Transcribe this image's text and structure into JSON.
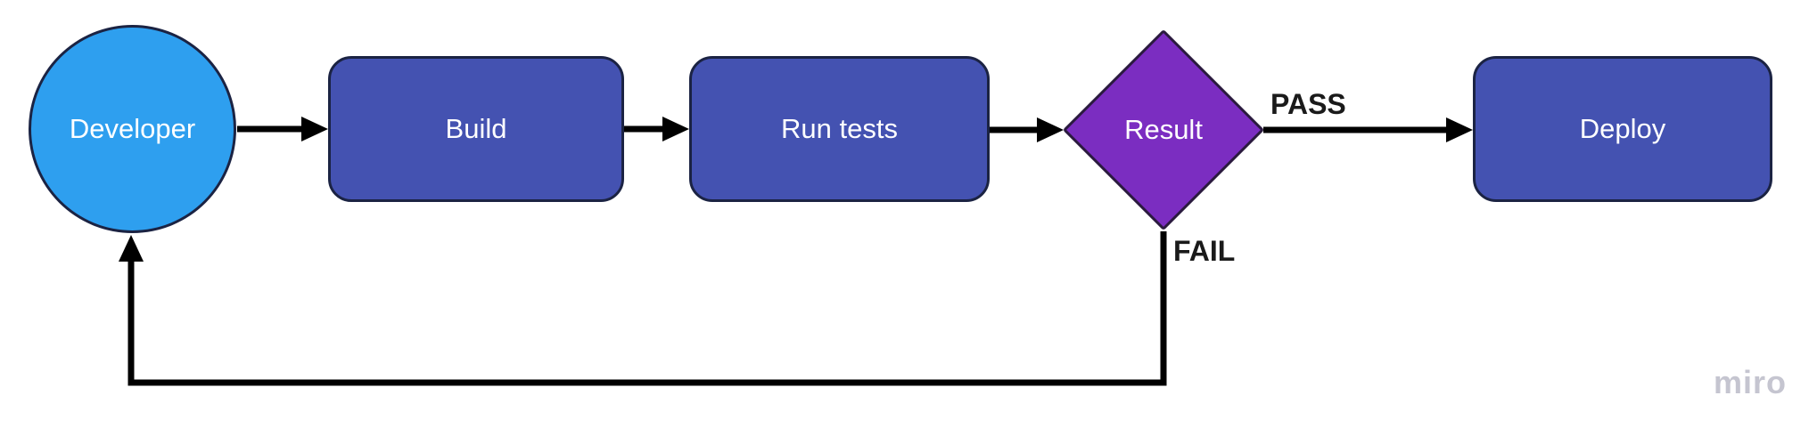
{
  "diagram": {
    "type": "flowchart",
    "nodes": [
      {
        "id": "developer",
        "label": "Developer",
        "shape": "circle",
        "fill": "#2E9FEF",
        "border": "#1B2343"
      },
      {
        "id": "build",
        "label": "Build",
        "shape": "rounded-rectangle",
        "fill": "#4452B1",
        "border": "#1B2343"
      },
      {
        "id": "run-tests",
        "label": "Run tests",
        "shape": "rounded-rectangle",
        "fill": "#4452B1",
        "border": "#1B2343"
      },
      {
        "id": "result",
        "label": "Result",
        "shape": "diamond",
        "fill": "#7B2DC1",
        "border": "#2A1A3E"
      },
      {
        "id": "deploy",
        "label": "Deploy",
        "shape": "rounded-rectangle",
        "fill": "#4452B1",
        "border": "#1B2343"
      }
    ],
    "edges": [
      {
        "from": "developer",
        "to": "build",
        "label": ""
      },
      {
        "from": "build",
        "to": "run-tests",
        "label": ""
      },
      {
        "from": "run-tests",
        "to": "result",
        "label": ""
      },
      {
        "from": "result",
        "to": "deploy",
        "label": "PASS"
      },
      {
        "from": "result",
        "to": "developer",
        "label": "FAIL"
      }
    ],
    "edge_color": "#000000",
    "edge_label_color": "#1A1A1A",
    "node_text_color": "#FFFFFF"
  },
  "watermark": {
    "text": "miro",
    "color": "#C5C5D0"
  }
}
